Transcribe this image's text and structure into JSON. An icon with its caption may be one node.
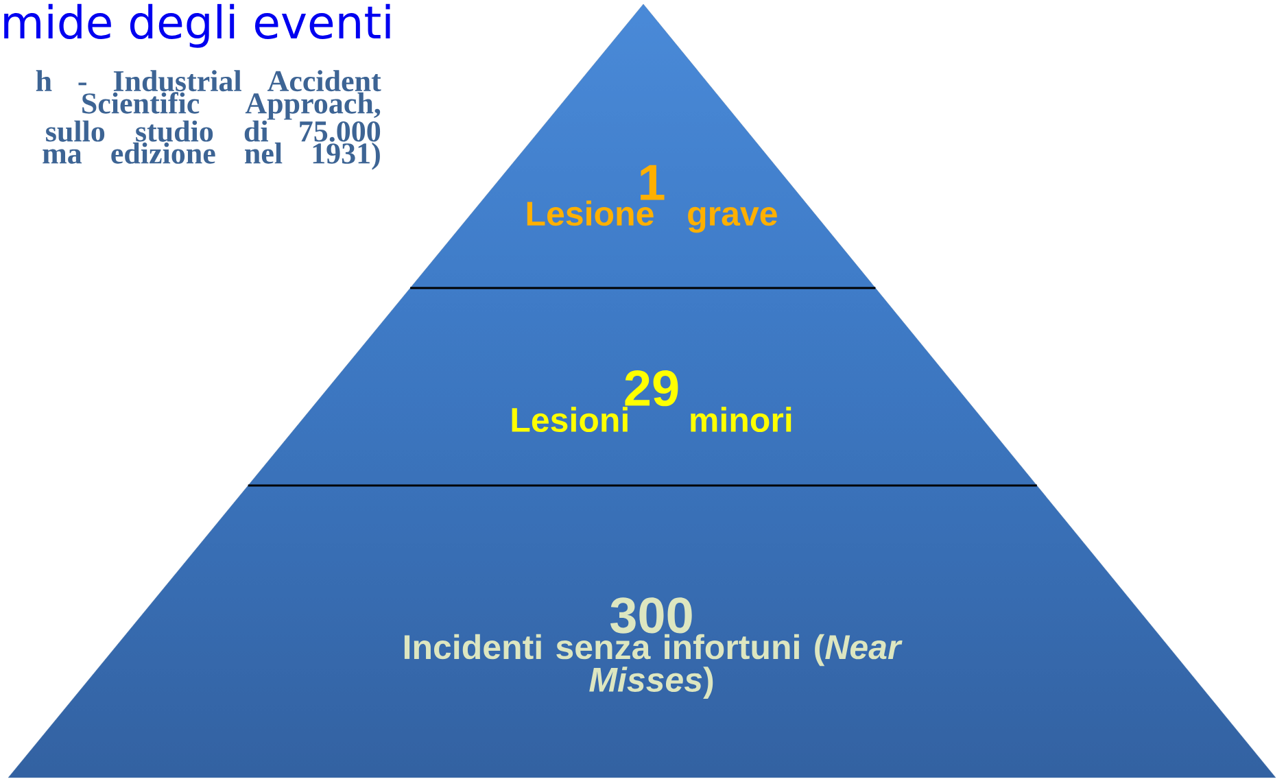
{
  "diagram": {
    "title": "mide degli eventi",
    "nodes": [
      {
        "text": [
          "1",
          "Lesione grave"
        ]
      },
      {
        "text": [
          "29",
          "Lesioni minori"
        ]
      },
      {
        "text": [
          "300",
          "Incidenti senza infortuni (*Near Misses*)"
        ]
      }
    ],
    "labels": [
      "h - Industrial Accident Scientific Approach, sullo studio di 75.000 ma edizione nel 1931)"
    ]
  }
}
